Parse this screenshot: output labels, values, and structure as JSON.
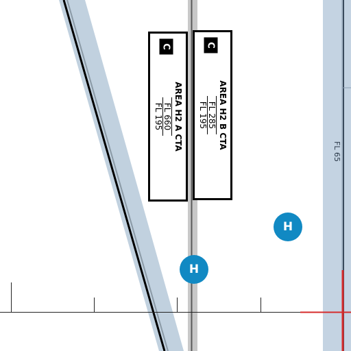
{
  "map": {
    "colors": {
      "boundary_band": "#c1d1df",
      "boundary_line": "#000000",
      "tick_line": "#222222",
      "heliport_fill": "#1189c3",
      "label_border": "#000000",
      "highlight_red": "#d62b2b",
      "right_panel": "#c4d3e2"
    },
    "airspace_labels": [
      {
        "class": "C",
        "name": "AREA H2 A CTA",
        "upper": "FL 660",
        "lower": "FL 195"
      },
      {
        "class": "C",
        "name": "AREA H2 B CTA",
        "upper": "FL 285",
        "lower": "FL 195"
      }
    ],
    "heliports": [
      {
        "icon": "heliport-icon",
        "letter": "H"
      },
      {
        "icon": "heliport-icon",
        "letter": "H"
      }
    ],
    "edge_label": "FL 65"
  }
}
